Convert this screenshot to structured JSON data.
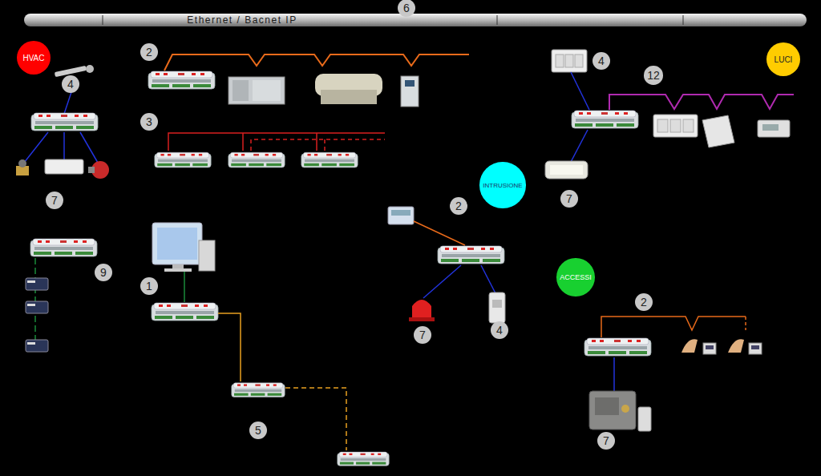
{
  "diagram": {
    "nodes": [
      {
        "text": [
          "Ethernet / Bacnet IP"
        ]
      },
      {
        "text": [
          "HVAC"
        ]
      },
      {
        "text": [
          "LUCI"
        ]
      },
      {
        "text": [
          "INTRUSIONE"
        ]
      },
      {
        "text": [
          "ACCESSI"
        ]
      }
    ],
    "labels": [
      "6",
      "2",
      "4",
      "4",
      "12",
      "3",
      "7",
      "7",
      "2",
      "9",
      "1",
      "2",
      "7",
      "4",
      "5",
      "7"
    ]
  }
}
